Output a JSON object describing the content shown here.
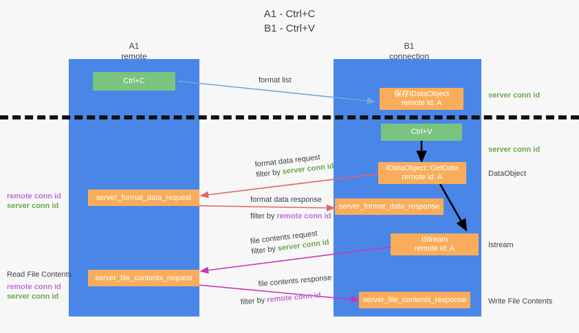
{
  "title": {
    "line1": "A1 - Ctrl+C",
    "line2": "B1 - Ctrl+V"
  },
  "colors": {
    "lane": "#4a86e8",
    "green_node": "#7bc47f",
    "orange_node": "#f9ad5a",
    "server_conn_id": "#6aa84f",
    "remote_conn_id": "#c06fd8",
    "red_arrow": "#e06666",
    "magenta_arrow": "#cc33bb",
    "blue_arrow": "#6fa8dc",
    "black_arrow": "#000000",
    "background": "#f7f7f7",
    "divider": "#111111"
  },
  "columns": [
    {
      "name": "A1",
      "sub": "remote"
    },
    {
      "name": "B1",
      "sub": "connection"
    }
  ],
  "nodes": {
    "ctrl_c": {
      "line1": "Ctrl+C"
    },
    "save_idataobject": {
      "line1": "保存IDataObject",
      "line2": "remote id: A"
    },
    "ctrl_v": {
      "line1": "Ctrl+V"
    },
    "getdata": {
      "line1": "IDataObject::GetData",
      "line2": "remote id: A"
    },
    "server_format_data_request": {
      "line1": "server_format_data_request"
    },
    "server_format_data_response": {
      "line1": "server_format_data_response"
    },
    "istream": {
      "line1": "IStream",
      "line2": "remote id: A"
    },
    "server_file_contents_request": {
      "line1": "server_file_contents_request"
    },
    "server_file_contents_response": {
      "line1": "server_file_contents_response"
    }
  },
  "edge_labels": {
    "format_list": "format list",
    "format_data_request": "format data request",
    "format_data_request_filter_prefix": "filter by ",
    "format_data_request_filter_value": "server conn id",
    "format_data_response": "format data response",
    "format_data_response_filter_prefix": "filter by ",
    "format_data_response_filter_value": "remote conn id",
    "file_contents_request": "file contents request",
    "file_contents_request_filter_prefix": "filter by ",
    "file_contents_request_filter_value": "server conn id",
    "file_contents_response": "file contents response",
    "file_contents_response_filter_prefix": "filter by ",
    "file_contents_response_filter_value": "remote conn id"
  },
  "right_labels": {
    "server_conn_id_top": "server conn id",
    "server_conn_id_mid": "server conn id",
    "dataobject": "DataObject",
    "istream": "Istream",
    "write_file_contents": "Write File Contents"
  },
  "left_labels": {
    "format_remote": "remote conn id",
    "format_server": "server conn id",
    "read_file_contents": "Read File Contents",
    "file_remote": "remote conn id",
    "file_server": "server conn id"
  }
}
